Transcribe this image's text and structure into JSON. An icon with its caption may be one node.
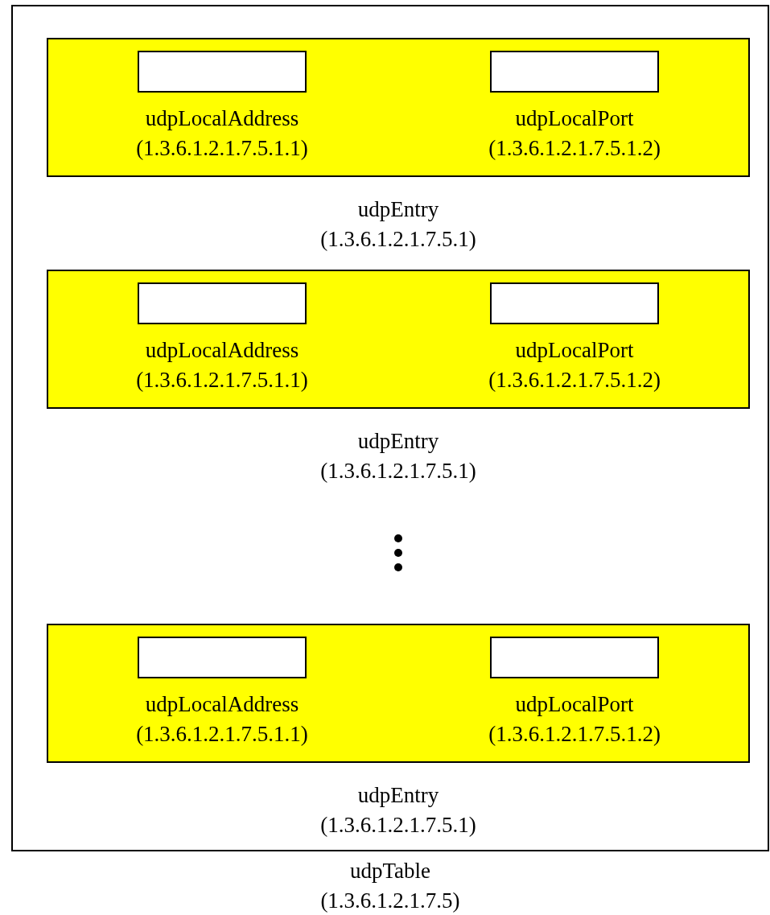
{
  "diagram": {
    "nodes": [
      {
        "text": [
          "udpTable (1.3.6.1.2.1.7.5)"
        ]
      },
      {
        "text": [
          "udpEntry (1.3.6.1.2.1.7.5.1)"
        ],
        "in": 0
      },
      {
        "text": [
          "udpLocalAddress (1.3.6.1.2.1.7.5.1.1)"
        ],
        "in": 1
      },
      {
        "text": [
          "udpLocalPort (1.3.6.1.2.1.7.5.1.2)"
        ],
        "in": 1
      },
      {
        "text": [
          "udpEntry (1.3.6.1.2.1.7.5.1)"
        ],
        "in": 0
      },
      {
        "text": [
          "udpLocalAddress (1.3.6.1.2.1.7.5.1.1)"
        ],
        "in": 4
      },
      {
        "text": [
          "udpLocalPort (1.3.6.1.2.1.7.5.1.2)"
        ],
        "in": 4
      },
      {
        "text": [
          "udpEntry (1.3.6.1.2.1.7.5.1)"
        ],
        "in": 0
      },
      {
        "text": [
          "udpLocalAddress (1.3.6.1.2.1.7.5.1.1)"
        ],
        "in": 7
      },
      {
        "text": [
          "udpLocalPort (1.3.6.1.2.1.7.5.1.2)"
        ],
        "in": 7
      }
    ]
  }
}
